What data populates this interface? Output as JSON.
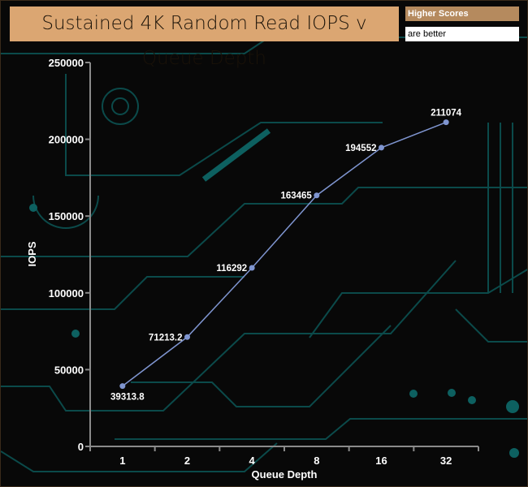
{
  "header": {
    "title": "Sustained 4K Random Read IOPS v Queue Depth",
    "legend_line1": "Higher Scores",
    "legend_line2": "are better"
  },
  "colors": {
    "line": "#7f95d0",
    "axis": "#8a8a8a",
    "title_bg": "#dba672",
    "circuit": "#0d5a5a"
  },
  "chart_data": {
    "type": "line",
    "title": "Sustained 4K Random Read IOPS v Queue Depth",
    "xlabel": "Queue Depth",
    "ylabel": "IOPS",
    "categories": [
      "1",
      "2",
      "4",
      "8",
      "16",
      "32"
    ],
    "series": [
      {
        "name": "IOPS",
        "values": [
          39313.8,
          71213.2,
          116292,
          163465,
          194552,
          211074
        ],
        "labels": [
          "39313.8",
          "71213.2",
          "116292",
          "163465",
          "194552",
          "211074"
        ]
      }
    ],
    "ylim": [
      0,
      250000
    ],
    "yticks": [
      "0",
      "50000",
      "100000",
      "150000",
      "200000",
      "250000"
    ],
    "grid": false
  }
}
